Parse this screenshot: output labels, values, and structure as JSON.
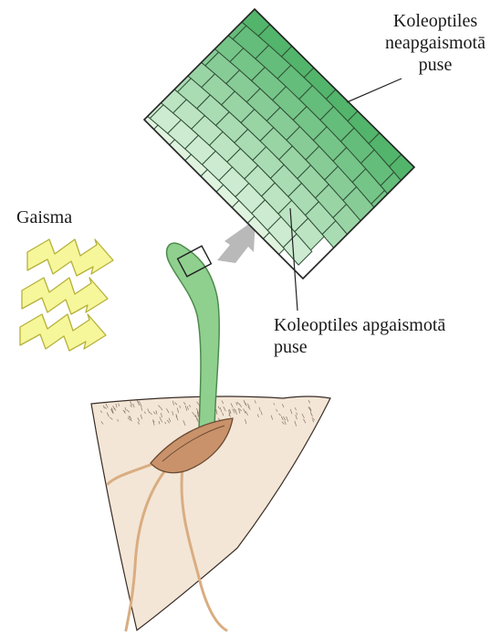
{
  "labels": {
    "shaded_side": [
      "Koleoptiles",
      "neapgaismotā",
      "puse"
    ],
    "light": "Gaisma",
    "lit_side": [
      "Koleoptiles apgaismotā",
      "puse"
    ]
  },
  "colors": {
    "soil": "#f3e6d6",
    "soil_edge": "#3a2e28",
    "coleoptile": "#8fd08f",
    "coleoptile_edge": "#4e8a4e",
    "seed": "#c9926a",
    "root": "#d9ad82",
    "light_arrow_fill": "#f6f69a",
    "light_arrow_stroke": "#b5b13a",
    "cells_dark": "#52b56b",
    "cells_light": "#dff3df",
    "callout_arrow": "#b9b9b9"
  },
  "icons": {
    "light_rays": "zigzag-arrow-icon",
    "callout": "gray-callout-arrow-icon"
  }
}
